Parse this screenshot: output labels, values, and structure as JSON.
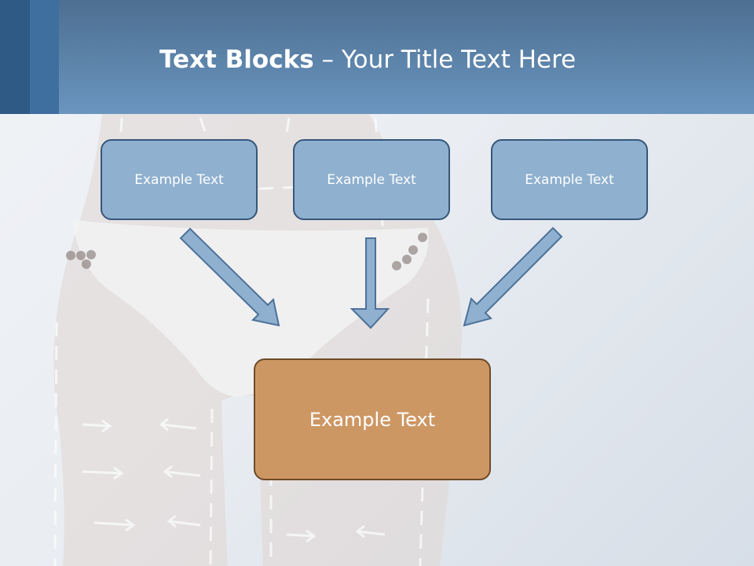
{
  "slide": {
    "title_bold": "Text Blocks",
    "title_rest": " – Your Title Text Here"
  },
  "boxes": {
    "top": [
      "Example Text",
      "Example Text",
      "Example Text"
    ],
    "bottom": "Example Text"
  },
  "colors": {
    "header": "#6a95bf",
    "box_blue": "#8fb0cf",
    "box_orange": "#cd9764"
  }
}
